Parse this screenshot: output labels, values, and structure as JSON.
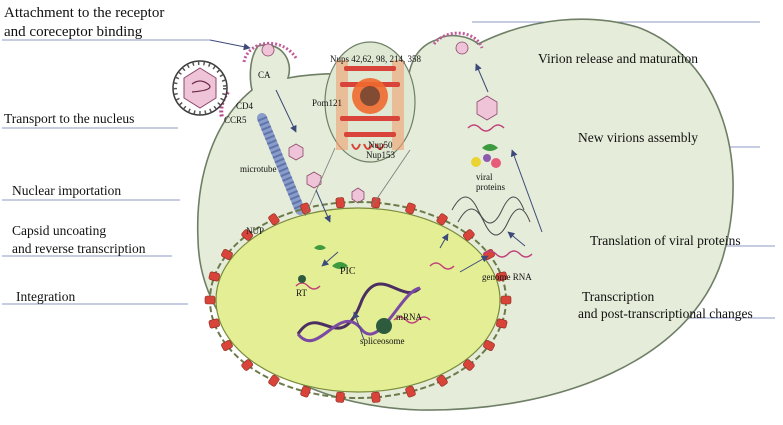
{
  "steps": {
    "attachment_line1": "Attachment to the receptor",
    "attachment_line2": "and coreceptor binding",
    "transport": "Transport to the nucleus",
    "nuclear_import": "Nuclear importation",
    "uncoating_line1": "Capsid uncoating",
    "uncoating_line2": "and reverse transcription",
    "integration": "Integration",
    "release": "Virion release and maturation",
    "assembly": "New virions assembly",
    "translation": "Translation of viral proteins",
    "transcription_line1": "Transcription",
    "transcription_line2": "and post-transcriptional changes"
  },
  "labels": {
    "ca": "CA",
    "cd4": "CD4",
    "ccr5": "CCR5",
    "microtube": "microtube",
    "nup": "NUP",
    "rt": "RT",
    "pic": "PIC",
    "mrna": "mRNA",
    "spliceosome": "spliceosome",
    "genome_rna": "genome RNA",
    "viral_proteins_line1": "viral",
    "viral_proteins_line2": "proteins",
    "nups_list": "Nups 42,62, 98, 214, 358",
    "pom121": "Pom121",
    "nup50": "Nup50",
    "nup153": "Nup153"
  },
  "colors": {
    "cytoplasm": "#e5ecd9",
    "nucleus": "#e4ee95",
    "nuclear_pore": "#d8443a",
    "microtubule": "#8a9cc8",
    "virion": "#efc3d8",
    "guide_line": "#8e98c4",
    "dna_purple": "#4b2f63"
  }
}
